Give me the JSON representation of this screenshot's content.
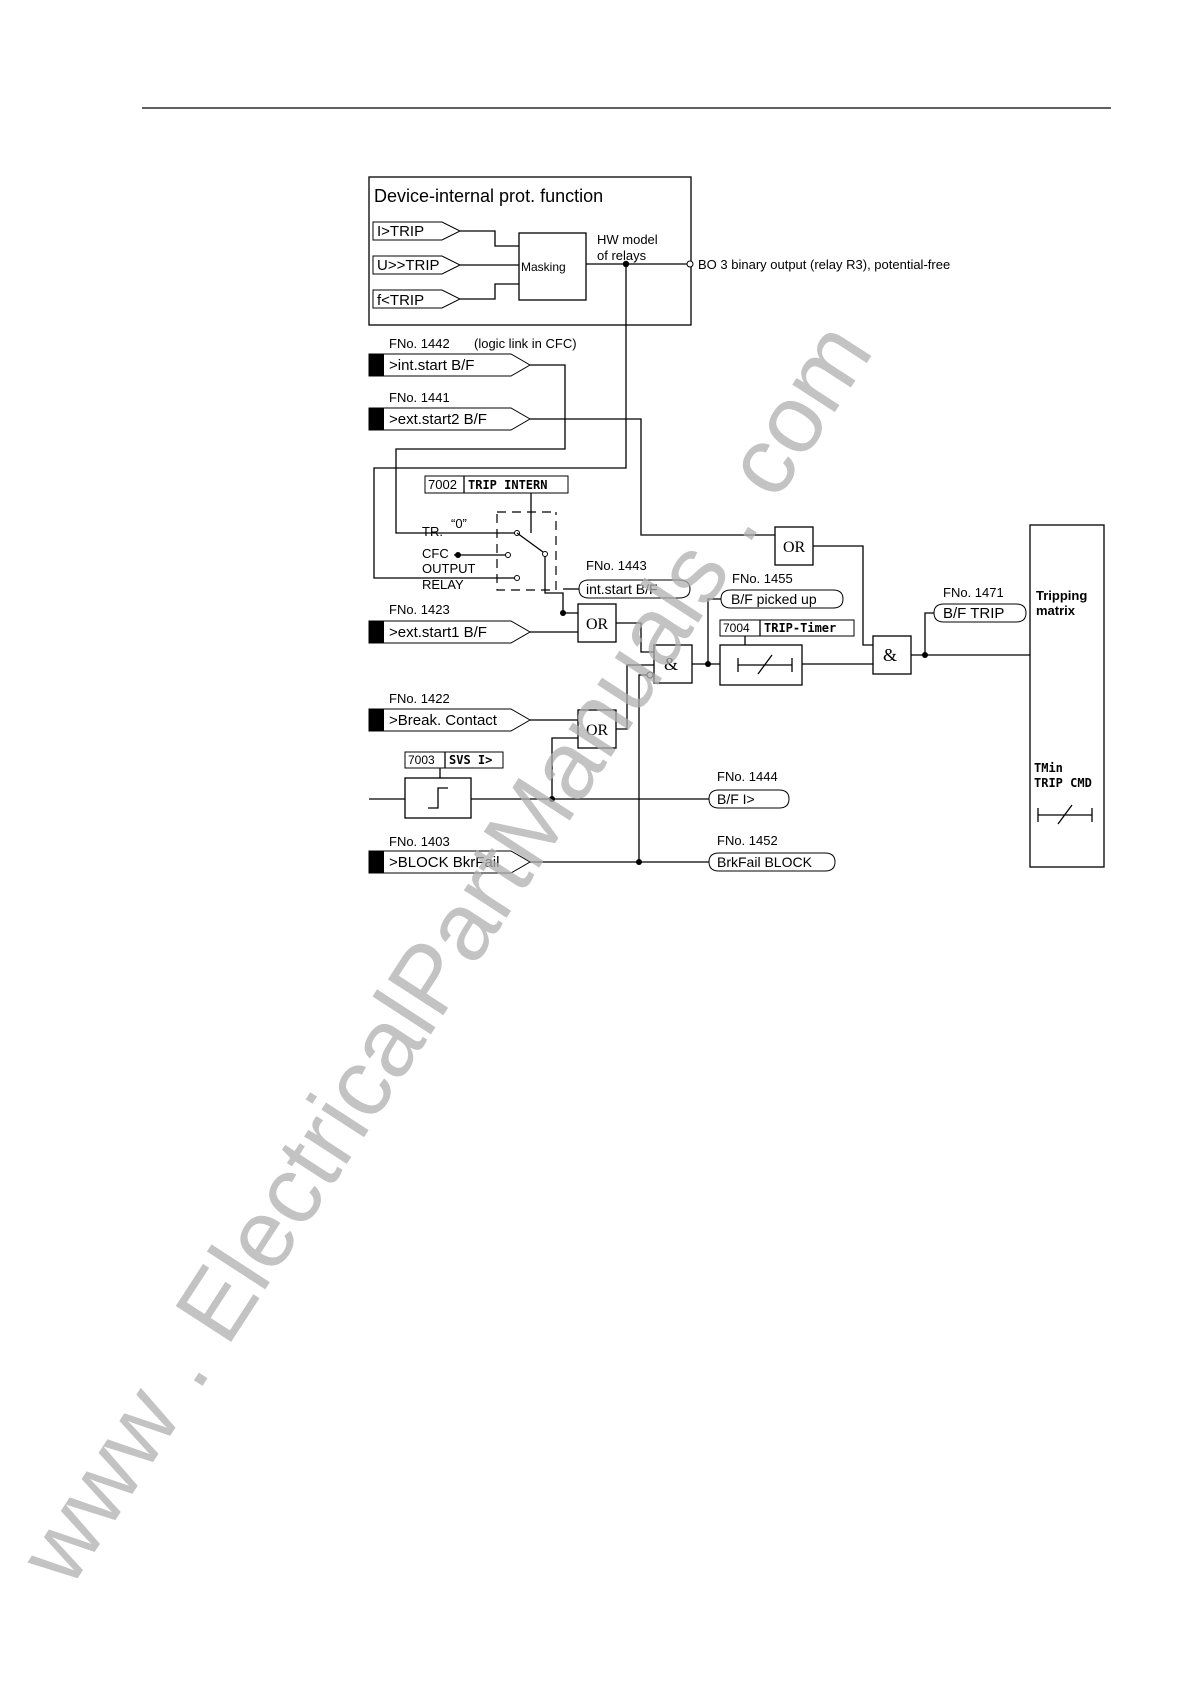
{
  "diagram": {
    "function_box": {
      "title": "Device-internal  prot.  function",
      "inputs": [
        "I>TRIP",
        "U>>TRIP",
        "f<TRIP"
      ],
      "masking": "Masking",
      "hw_model_line1": "HW model",
      "hw_model_line2": "of relays",
      "binary_output": "BO 3 binary output (relay R3), potential-free"
    },
    "inputs": {
      "int_start": {
        "fno": "FNo. 1442",
        "note": "(logic link in CFC)",
        "label": ">int.start B/F"
      },
      "ext_start2": {
        "fno": "FNo. 1441",
        "label": ">ext.start2 B/F"
      },
      "ext_start1": {
        "fno": "FNo. 1423",
        "label": ">ext.start1 B/F"
      },
      "break_contact": {
        "fno": "FNo. 1422",
        "label": ">Break. Contact"
      },
      "block": {
        "fno": "FNo. 1403",
        "label": ">BLOCK BkrFail"
      }
    },
    "params": {
      "trip_intern": {
        "addr": "7002",
        "name": "TRIP INTERN"
      },
      "trip_timer": {
        "addr": "7004",
        "name": "TRIP-Timer"
      },
      "svs": {
        "addr": "7003",
        "name": "SVS I>"
      }
    },
    "switch": {
      "zero": "“0”",
      "tr": "TR.",
      "cfc": "CFC",
      "output": "OUTPUT",
      "relay": "RELAY"
    },
    "outputs": {
      "int_start": {
        "fno": "FNo. 1443",
        "label": "int.start B/F"
      },
      "picked_up": {
        "fno": "FNo. 1455",
        "label": "B/F picked up"
      },
      "trip": {
        "fno": "FNo. 1471",
        "label": "B/F TRIP"
      },
      "bf_i": {
        "fno": "FNo. 1444",
        "label": "B/F I>"
      },
      "brkfail_block": {
        "fno": "FNo. 1452",
        "label": "BrkFail BLOCK"
      }
    },
    "gates": {
      "or_label": "OR",
      "and_label": "&"
    },
    "tripping_matrix": {
      "line1": "Tripping",
      "line2": "matrix",
      "tmin1": "TMin",
      "tmin2": "TRIP CMD"
    }
  },
  "watermark": "www . ElectricalPartManuals . com"
}
